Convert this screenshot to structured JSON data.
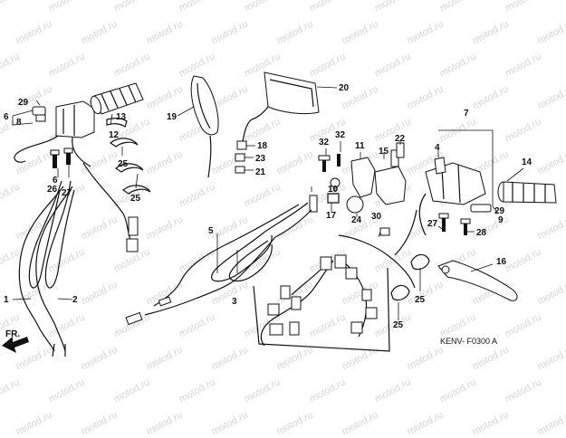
{
  "watermark": "motod.ru",
  "diagram_code": "KENV- F0300 A",
  "direction_label": "FR.",
  "callouts": [
    "1",
    "2",
    "3",
    "4",
    "5",
    "6",
    "7",
    "8",
    "9",
    "10",
    "11",
    "12",
    "13",
    "14",
    "15",
    "16",
    "17",
    "18",
    "19",
    "20",
    "21",
    "22",
    "23",
    "24",
    "25",
    "26",
    "27",
    "28",
    "29",
    "30",
    "32"
  ],
  "labels": {
    "n1": "1",
    "n2": "2",
    "n3": "3",
    "n4": "4",
    "n5": "5",
    "n6a": "6",
    "n6b": "6",
    "n7": "7",
    "n8": "8",
    "n9": "9",
    "n10": "10",
    "n11": "11",
    "n12": "12",
    "n13": "13",
    "n14": "14",
    "n15": "15",
    "n16": "16",
    "n17": "17",
    "n18": "18",
    "n19": "19",
    "n20": "20",
    "n21": "21",
    "n22": "22",
    "n23": "23",
    "n24": "24",
    "n25a": "25",
    "n25b": "25",
    "n25c": "25",
    "n25d": "25",
    "n26": "26",
    "n27a": "27",
    "n27b": "27",
    "n28": "28",
    "n29a": "29",
    "n29b": "29",
    "n30": "30",
    "n32a": "32",
    "n32b": "32"
  }
}
